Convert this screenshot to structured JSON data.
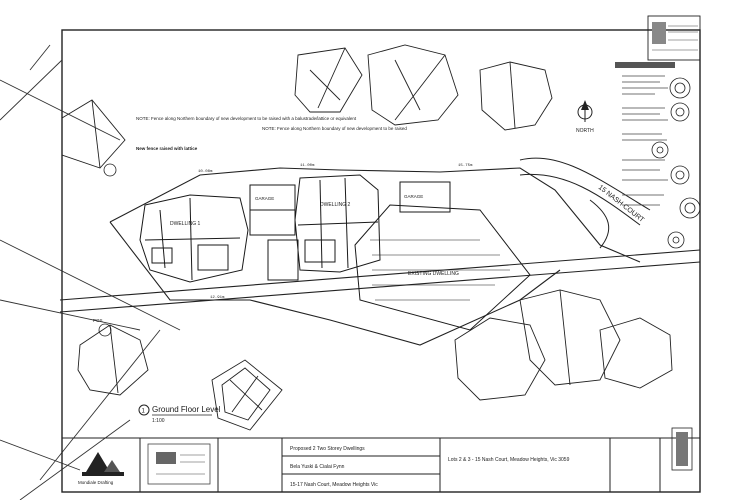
{
  "notes": {
    "fence_note_1": "NOTE: Fence along Northern boundary of new development to be raised with a balustrade/lattice or equivalent",
    "fence_note_2": "NOTE: Fence along Northern boundary of new development to be raised",
    "bold_note": "New fence raised with lattice"
  },
  "site": {
    "street_label": "15 NASH COURT",
    "north_label": "NORTH",
    "dwelling_1": "DWELLING 1",
    "dwelling_2": "DWELLING 2",
    "existing_dwelling": "EXISTING DWELLING",
    "garage_1": "GARAGE",
    "garage_2": "GARAGE",
    "pos_label": "POS",
    "dim_1": "10.08m",
    "dim_2": "11.00m",
    "dim_3": "15.75m",
    "dim_4": "12.91m"
  },
  "view": {
    "marker_number": "1",
    "title": "Ground Floor Level",
    "scale": "1:100"
  },
  "title_block": {
    "company": "Mondiale Drafting",
    "project": "Proposed 2 Two Storey Dwellings",
    "client": "Bela Yuski & Cialai Fynn",
    "address": "15-17 Nash Court, Meadow Heights Vic",
    "lots": "Lots 2 & 3 - 15 Nash Court, Meadow Heights, Vic 3059"
  },
  "colors": {
    "ink": "#1f1f1f",
    "paper": "#ffffff"
  }
}
